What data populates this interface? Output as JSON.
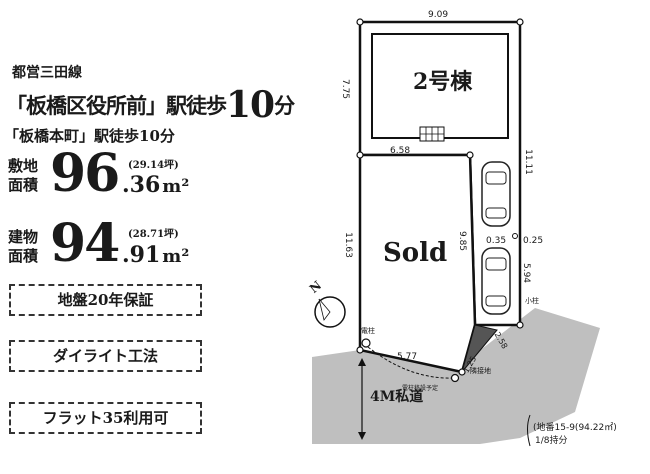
{
  "access": {
    "line_name": "都営三田線",
    "station_main_prefix": "「板橋区役所前」駅徒歩",
    "station_main_minutes": "10",
    "station_main_unit": "分",
    "station_sub": "「板橋本町」駅徒歩10分"
  },
  "land": {
    "label_top": "敷地",
    "label_bottom": "面積",
    "area_int": "96",
    "area_dec": ".36",
    "unit": "m²",
    "tsubo": "(29.14坪)"
  },
  "building": {
    "label_top": "建物",
    "label_bottom": "面積",
    "area_int": "94",
    "area_dec": ".91",
    "unit": "m²",
    "tsubo": "(28.71坪)"
  },
  "features": [
    "地盤20年保証",
    "ダイライト工法",
    "フラット35利用可"
  ],
  "site_plan": {
    "building_2": "2号棟",
    "sold": "Sold",
    "road": "4M私道",
    "road_share_line1": "(地番15-9(94.22㎡)",
    "road_share_line2": "1/8持分",
    "north": "N",
    "dims": {
      "top": "9.09",
      "left_upper": "7.75",
      "right_upper": "11.11",
      "mid_width": "6.58",
      "left_lower": "11.63",
      "mid_vertical": "9.85",
      "offset_a": "0.35",
      "offset_b": "0.25",
      "right_lower": "5.94",
      "bottom": "5.77",
      "corner_a": "1.25",
      "corner_b": "2.58"
    },
    "labels": {
      "pole": "電柱",
      "pole_relocation": "電柱移設予定",
      "small_post": "小柱",
      "boundary": "隣接地"
    }
  }
}
